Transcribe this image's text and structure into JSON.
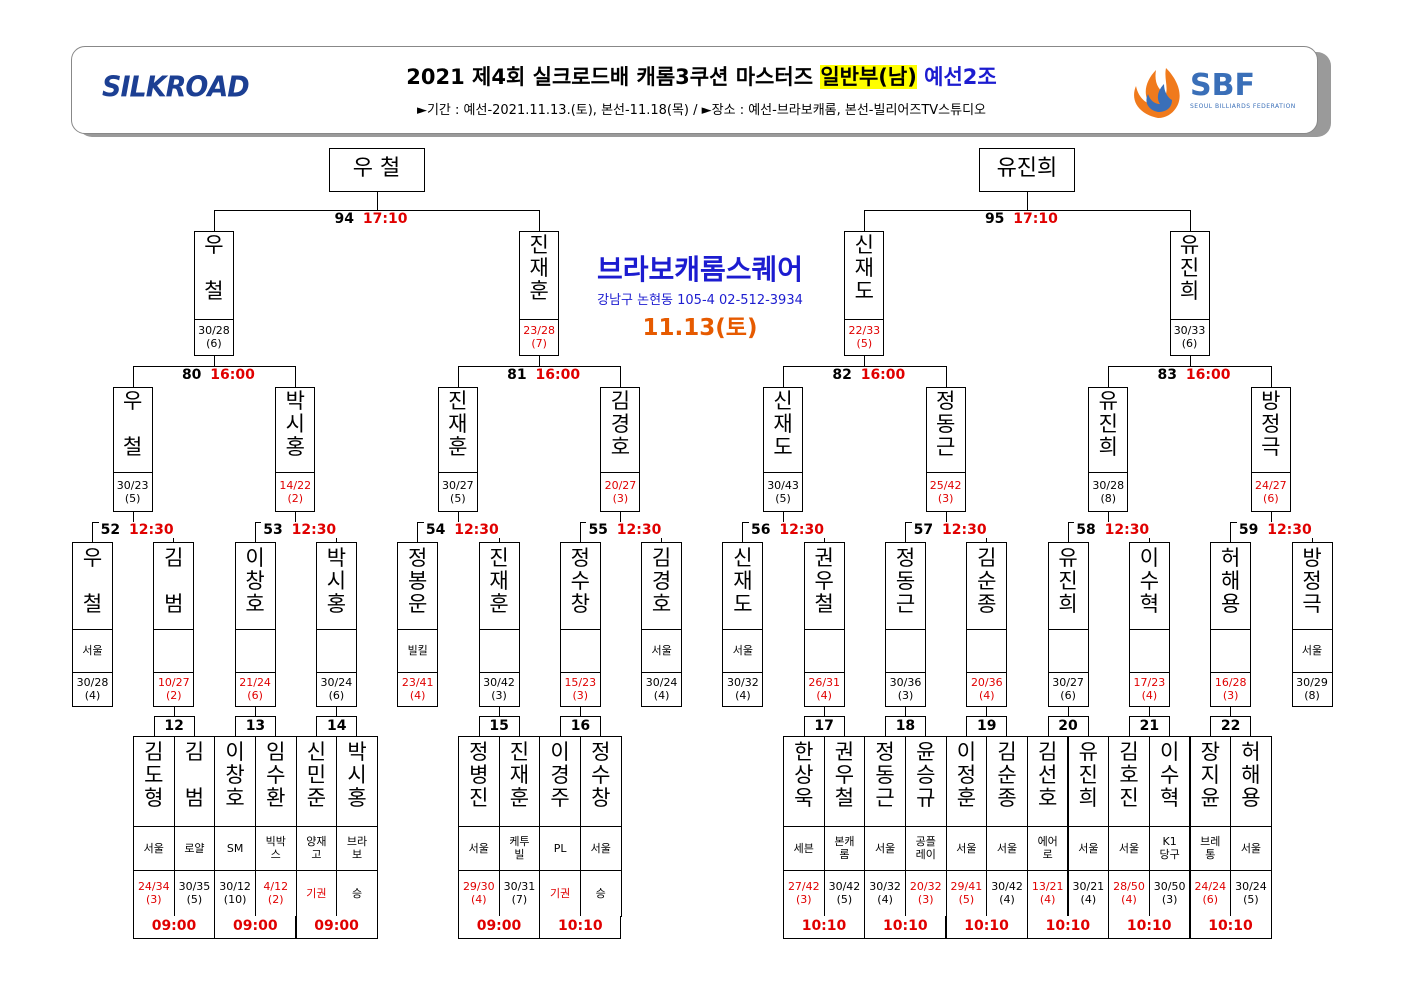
{
  "header": {
    "logo_left": "SILKROAD",
    "logo_right": "SBF",
    "logo_right_sub": "SEOUL BILLIARDS FEDERATION",
    "title_pre": "2021 제4회 실크로드배 캐롬3쿠션 마스터즈 ",
    "title_division": "일반부(남)",
    "title_group": " 예선2조",
    "subtitle": "►기간 : 예선-2021.11.13.(토), 본선-11.18(목) / ►장소 : 예선-브라보캐롬, 본선-빌리어즈TV스튜디오"
  },
  "venue": {
    "name": "브라보캐롬스퀘어",
    "address": "강남구 논현동 105-4 02-512-3934",
    "date": "11.13(토)"
  },
  "colors": {
    "accent_red": "#e00000",
    "venue_blue": "#1c1cd0",
    "date_orange": "#e65a00",
    "highlight": "#ffff00"
  },
  "winners": [
    "우 철",
    "유진희"
  ],
  "final_matches": [
    {
      "num": "94",
      "time": "17:10"
    },
    {
      "num": "95",
      "time": "17:10"
    }
  ],
  "round3": [
    {
      "name": "우\n\n철",
      "score": "30/28",
      "inn": "(6)",
      "red": false
    },
    {
      "name": "진\n재\n훈",
      "score": "23/28",
      "inn": "(7)",
      "red": true
    },
    {
      "name": "신\n재\n도",
      "score": "22/33",
      "inn": "(5)",
      "red": true
    },
    {
      "name": "유\n진\n희",
      "score": "30/33",
      "inn": "(6)",
      "red": false
    }
  ],
  "round2_matches": [
    {
      "num": "80",
      "time": "16:00"
    },
    {
      "num": "81",
      "time": "16:00"
    },
    {
      "num": "82",
      "time": "16:00"
    },
    {
      "num": "83",
      "time": "16:00"
    }
  ],
  "round2": [
    {
      "name": "우\n\n철",
      "score": "30/23",
      "inn": "(5)",
      "red": false
    },
    {
      "name": "박\n시\n홍",
      "score": "14/22",
      "inn": "(2)",
      "red": true
    },
    {
      "name": "진\n재\n훈",
      "score": "30/27",
      "inn": "(5)",
      "red": false
    },
    {
      "name": "김\n경\n호",
      "score": "20/27",
      "inn": "(3)",
      "red": true
    },
    {
      "name": "신\n재\n도",
      "score": "30/43",
      "inn": "(5)",
      "red": false
    },
    {
      "name": "정\n동\n근",
      "score": "25/42",
      "inn": "(3)",
      "red": true
    },
    {
      "name": "유\n진\n희",
      "score": "30/28",
      "inn": "(8)",
      "red": false
    },
    {
      "name": "방\n정\n극",
      "score": "24/27",
      "inn": "(6)",
      "red": true
    }
  ],
  "round1_matches": [
    {
      "num": "52",
      "time": "12:30"
    },
    {
      "num": "53",
      "time": "12:30"
    },
    {
      "num": "54",
      "time": "12:30"
    },
    {
      "num": "55",
      "time": "12:30"
    },
    {
      "num": "56",
      "time": "12:30"
    },
    {
      "num": "57",
      "time": "12:30"
    },
    {
      "num": "58",
      "time": "12:30"
    },
    {
      "num": "59",
      "time": "12:30"
    }
  ],
  "round1": [
    {
      "name": "우\n\n철",
      "club": "서울",
      "score": "30/28",
      "inn": "(4)",
      "red": false
    },
    {
      "name": "김\n\n범",
      "club": "",
      "score": "10/27",
      "inn": "(2)",
      "red": true
    },
    {
      "name": "이\n창\n호",
      "club": "",
      "score": "21/24",
      "inn": "(6)",
      "red": true
    },
    {
      "name": "박\n시\n홍",
      "club": "",
      "score": "30/24",
      "inn": "(6)",
      "red": false
    },
    {
      "name": "정\n봉\n운",
      "club": "빌킬",
      "score": "23/41",
      "inn": "(4)",
      "red": true
    },
    {
      "name": "진\n재\n훈",
      "club": "",
      "score": "30/42",
      "inn": "(3)",
      "red": false
    },
    {
      "name": "정\n수\n창",
      "club": "",
      "score": "15/23",
      "inn": "(3)",
      "red": true
    },
    {
      "name": "김\n경\n호",
      "club": "서울",
      "score": "30/24",
      "inn": "(4)",
      "red": false
    },
    {
      "name": "신\n재\n도",
      "club": "서울",
      "score": "30/32",
      "inn": "(4)",
      "red": false
    },
    {
      "name": "권\n우\n철",
      "club": "",
      "score": "26/31",
      "inn": "(4)",
      "red": true
    },
    {
      "name": "정\n동\n근",
      "club": "",
      "score": "30/36",
      "inn": "(3)",
      "red": false
    },
    {
      "name": "김\n순\n종",
      "club": "",
      "score": "20/36",
      "inn": "(4)",
      "red": true
    },
    {
      "name": "유\n진\n희",
      "club": "",
      "score": "30/27",
      "inn": "(6)",
      "red": false
    },
    {
      "name": "이\n수\n혁",
      "club": "",
      "score": "17/23",
      "inn": "(4)",
      "red": true
    },
    {
      "name": "허\n해\n용",
      "club": "",
      "score": "16/28",
      "inn": "(3)",
      "red": true
    },
    {
      "name": "방\n정\n극",
      "club": "서울",
      "score": "30/29",
      "inn": "(8)",
      "red": false
    }
  ],
  "qual_groups": [
    {
      "time": "09:00",
      "matches": [
        {
          "num": "12",
          "players": [
            {
              "name": "김\n도\n형",
              "club": "서울",
              "score": "24/34",
              "inn": "(3)",
              "red": true
            },
            {
              "name": "김\n\n범",
              "club": "로얄",
              "score": "30/35",
              "inn": "(5)",
              "red": false
            }
          ]
        },
        {
          "num": "13",
          "players": [
            {
              "name": "이\n창\n호",
              "club": "SM",
              "score": "30/12",
              "inn": "(10)",
              "red": false
            },
            {
              "name": "임\n수\n환",
              "club": "빅박\n스",
              "score": "4/12",
              "inn": "(2)",
              "red": true
            }
          ]
        },
        {
          "num": "14",
          "players": [
            {
              "name": "신\n민\n준",
              "club": "양재\n고",
              "score": "기권",
              "inn": "",
              "red": true
            },
            {
              "name": "박\n시\n홍",
              "club": "브라\n보",
              "score": "승",
              "inn": "",
              "red": false
            }
          ]
        }
      ],
      "times": [
        "09:00",
        "09:00",
        "09:00"
      ]
    },
    {
      "matches": [
        {
          "num": "15",
          "players": [
            {
              "name": "정\n병\n진",
              "club": "서울",
              "score": "29/30",
              "inn": "(4)",
              "red": true
            },
            {
              "name": "진\n재\n훈",
              "club": "케투\n빌",
              "score": "30/31",
              "inn": "(7)",
              "red": false
            }
          ]
        },
        {
          "num": "16",
          "players": [
            {
              "name": "이\n경\n주",
              "club": "PL",
              "score": "기권",
              "inn": "",
              "red": true
            },
            {
              "name": "정\n수\n창",
              "club": "서울",
              "score": "승",
              "inn": "",
              "red": false
            }
          ]
        }
      ],
      "times": [
        "09:00",
        "10:10"
      ]
    },
    {
      "matches": [
        {
          "num": "17",
          "players": [
            {
              "name": "한\n상\n욱",
              "club": "세븐",
              "score": "27/42",
              "inn": "(3)",
              "red": true
            },
            {
              "name": "권\n우\n철",
              "club": "본캐\n롬",
              "score": "30/42",
              "inn": "(5)",
              "red": false
            }
          ]
        },
        {
          "num": "18",
          "players": [
            {
              "name": "정\n동\n근",
              "club": "서울",
              "score": "30/32",
              "inn": "(4)",
              "red": false
            },
            {
              "name": "윤\n승\n규",
              "club": "공플\n레이",
              "score": "20/32",
              "inn": "(3)",
              "red": true
            }
          ]
        },
        {
          "num": "19",
          "players": [
            {
              "name": "이\n정\n훈",
              "club": "서울",
              "score": "29/41",
              "inn": "(5)",
              "red": true
            },
            {
              "name": "김\n순\n종",
              "club": "서울",
              "score": "30/42",
              "inn": "(4)",
              "red": false
            }
          ]
        },
        {
          "num": "20",
          "players": [
            {
              "name": "김\n선\n호",
              "club": "에어\n로",
              "score": "13/21",
              "inn": "(4)",
              "red": true
            },
            {
              "name": "유\n진\n희",
              "club": "서울",
              "score": "30/21",
              "inn": "(4)",
              "red": false
            }
          ]
        },
        {
          "num": "21",
          "players": [
            {
              "name": "김\n호\n진",
              "club": "서울",
              "score": "28/50",
              "inn": "(4)",
              "red": true
            },
            {
              "name": "이\n수\n혁",
              "club": "K1\n당구",
              "score": "30/50",
              "inn": "(3)",
              "red": false
            }
          ]
        },
        {
          "num": "22",
          "players": [
            {
              "name": "장\n지\n윤",
              "club": "브레\n통",
              "score": "24/24",
              "inn": "(6)",
              "red": true
            },
            {
              "name": "허\n해\n용",
              "club": "서울",
              "score": "30/24",
              "inn": "(5)",
              "red": false
            }
          ]
        }
      ],
      "times": [
        "10:10",
        "10:10",
        "10:10",
        "10:10",
        "10:10",
        "10:10"
      ]
    }
  ]
}
